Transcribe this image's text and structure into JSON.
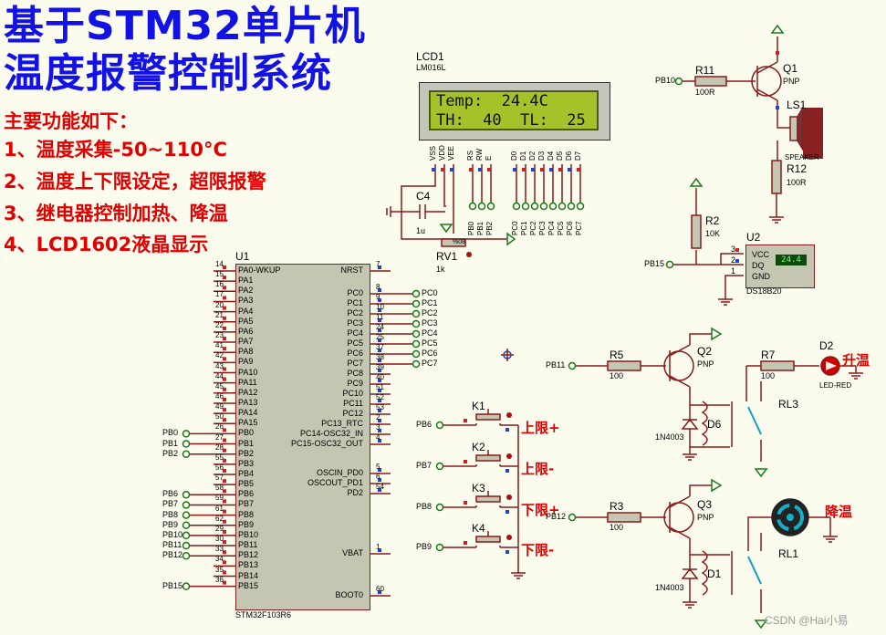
{
  "title": {
    "line1": "基于STM32单片机",
    "line2": "温度报警控制系统"
  },
  "features": {
    "heading": "主要功能如下：",
    "items": [
      "1、温度采集-50~110°C",
      "2、温度上下限设定，超限报警",
      "3、继电器控制加热、降温",
      "4、LCD1602液晶显示"
    ]
  },
  "lcd": {
    "ref": "LCD1",
    "model": "LM016L",
    "row1": "Temp:  24.4C",
    "row2": "TH:  40  TL:  25",
    "pins": [
      "VSS",
      "VDD",
      "VEE",
      "RS",
      "RW",
      "E",
      "D0",
      "D1",
      "D2",
      "D3",
      "D4",
      "D5",
      "D6",
      "D7"
    ],
    "pin_nets": [
      "PB0",
      "PB1",
      "PB2",
      "PC0",
      "PC1",
      "PC2",
      "PC3",
      "PC4",
      "PC5",
      "PC6",
      "PC7"
    ]
  },
  "mcu": {
    "ref": "U1",
    "model": "STM32F103R6",
    "left_pins": [
      {
        "num": "14",
        "name": "PA0-WKUP"
      },
      {
        "num": "15",
        "name": "PA1"
      },
      {
        "num": "16",
        "name": "PA2"
      },
      {
        "num": "17",
        "name": "PA3"
      },
      {
        "num": "20",
        "name": "PA4"
      },
      {
        "num": "21",
        "name": "PA5"
      },
      {
        "num": "22",
        "name": "PA6"
      },
      {
        "num": "23",
        "name": "PA7"
      },
      {
        "num": "41",
        "name": "PA8"
      },
      {
        "num": "42",
        "name": "PA9"
      },
      {
        "num": "43",
        "name": "PA10"
      },
      {
        "num": "44",
        "name": "PA11"
      },
      {
        "num": "45",
        "name": "PA12"
      },
      {
        "num": "46",
        "name": "PA13"
      },
      {
        "num": "49",
        "name": "PA14"
      },
      {
        "num": "50",
        "name": "PA15"
      },
      {
        "num": "26",
        "name": "PB0"
      },
      {
        "num": "27",
        "name": "PB1"
      },
      {
        "num": "28",
        "name": "PB2"
      },
      {
        "num": "55",
        "name": "PB3"
      },
      {
        "num": "56",
        "name": "PB4"
      },
      {
        "num": "57",
        "name": "PB5"
      },
      {
        "num": "58",
        "name": "PB6"
      },
      {
        "num": "59",
        "name": "PB7"
      },
      {
        "num": "61",
        "name": "PB8"
      },
      {
        "num": "62",
        "name": "PB9"
      },
      {
        "num": "29",
        "name": "PB10"
      },
      {
        "num": "30",
        "name": "PB11"
      },
      {
        "num": "33",
        "name": "PB12"
      },
      {
        "num": "34",
        "name": "PB13"
      },
      {
        "num": "35",
        "name": "PB14"
      },
      {
        "num": "36",
        "name": "PB15"
      }
    ],
    "left_nets": {
      "PB0": "PB0",
      "PB1": "PB1",
      "PB2": "PB2",
      "PB6": "PB6",
      "PB7": "PB7",
      "PB8": "PB8",
      "PB9": "PB9",
      "PB10": "PB10",
      "PB11": "PB11",
      "PB12": "PB12",
      "PB15": "PB15"
    },
    "right_pins": [
      {
        "num": "7",
        "name": "NRST"
      },
      {
        "num": "8",
        "name": "PC0",
        "net": "PC0"
      },
      {
        "num": "9",
        "name": "PC1",
        "net": "PC1"
      },
      {
        "num": "10",
        "name": "PC2",
        "net": "PC2"
      },
      {
        "num": "11",
        "name": "PC3",
        "net": "PC3"
      },
      {
        "num": "24",
        "name": "PC4",
        "net": "PC4"
      },
      {
        "num": "25",
        "name": "PC5",
        "net": "PC5"
      },
      {
        "num": "37",
        "name": "PC6",
        "net": "PC6"
      },
      {
        "num": "38",
        "name": "PC7",
        "net": "PC7"
      },
      {
        "num": "39",
        "name": "PC8"
      },
      {
        "num": "40",
        "name": "PC9"
      },
      {
        "num": "51",
        "name": "PC10"
      },
      {
        "num": "52",
        "name": "PC11"
      },
      {
        "num": "53",
        "name": "PC12"
      },
      {
        "num": "2",
        "name": "PC13_RTC"
      },
      {
        "num": "3",
        "name": "PC14-OSC32_IN"
      },
      {
        "num": "4",
        "name": "PC15-OSC32_OUT"
      },
      {
        "num": "5",
        "name": "OSCIN_PD0"
      },
      {
        "num": "6",
        "name": "OSCOUT_PD1"
      },
      {
        "num": "54",
        "name": "PD2"
      },
      {
        "num": "1",
        "name": "VBAT"
      },
      {
        "num": "60",
        "name": "BOOT0"
      }
    ]
  },
  "components": {
    "C4": {
      "ref": "C4",
      "value": "1u"
    },
    "RV1": {
      "ref": "RV1",
      "value": "1k",
      "display": "%08"
    },
    "R11": {
      "ref": "R11",
      "value": "100R",
      "net": "PB10"
    },
    "Q1": {
      "ref": "Q1",
      "type": "PNP"
    },
    "LS1": {
      "ref": "LS1",
      "type": "SPEAKER"
    },
    "R12": {
      "ref": "R12",
      "value": "100R"
    },
    "R2": {
      "ref": "R2",
      "value": "10K"
    },
    "U2": {
      "ref": "U2",
      "model": "DS18B20",
      "display": "24.4",
      "pins": [
        "VCC",
        "DQ",
        "GND"
      ],
      "pin_nums": [
        "3",
        "2",
        "1"
      ],
      "net": "PB15"
    },
    "R5": {
      "ref": "R5",
      "value": "100",
      "net": "PB11"
    },
    "Q2": {
      "ref": "Q2",
      "type": "PNP"
    },
    "D6": {
      "ref": "D6",
      "model": "1N4003"
    },
    "R7": {
      "ref": "R7",
      "value": "100"
    },
    "D2": {
      "ref": "D2",
      "type": "LED-RED",
      "tag": "升温"
    },
    "RL3": {
      "ref": "RL3"
    },
    "R3": {
      "ref": "R3",
      "value": "100",
      "net": "PB12"
    },
    "Q3": {
      "ref": "Q3",
      "type": "PNP"
    },
    "D1": {
      "ref": "D1",
      "model": "1N4003"
    },
    "RL1": {
      "ref": "RL1"
    },
    "FAN": {
      "tag": "降温"
    }
  },
  "keys": [
    {
      "ref": "K1",
      "net": "PB6",
      "tag": "上限+"
    },
    {
      "ref": "K2",
      "net": "PB7",
      "tag": "上限-"
    },
    {
      "ref": "K3",
      "net": "PB8",
      "tag": "下限+"
    },
    {
      "ref": "K4",
      "net": "PB9",
      "tag": "下限-"
    }
  ],
  "watermark": "CSDN @Hai小易",
  "colors": {
    "background": "#fbfbee",
    "title": "#1212e6",
    "feature_text": "#e00000",
    "wire": "#8a1a1a",
    "terminal": "#1a7a1a",
    "lcd_screen": "#a5c22a",
    "led": "#cc0000",
    "fan_blade": "#10b0c8"
  }
}
